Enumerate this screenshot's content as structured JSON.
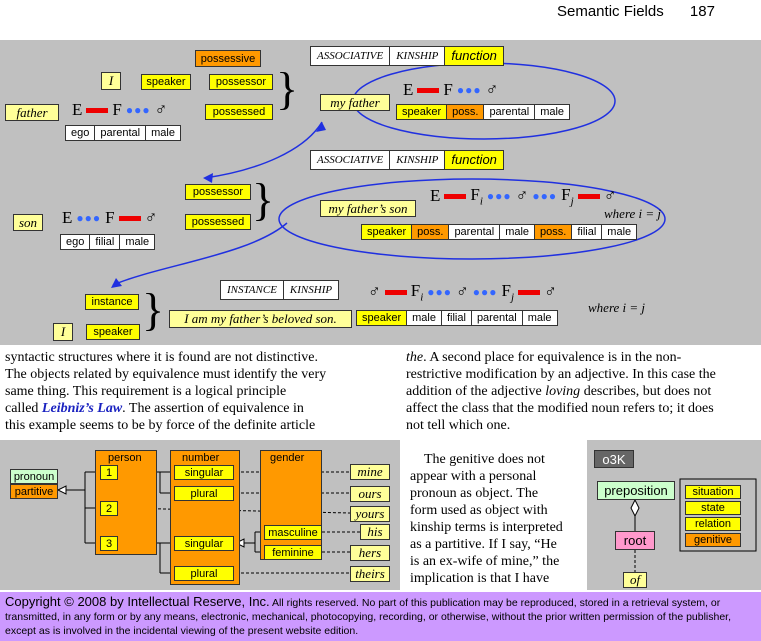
{
  "header": {
    "title": "Semantic Fields",
    "page": "187"
  },
  "fig1": {
    "possessive": "possessive",
    "hdr1": [
      "Associative",
      "Kinship",
      "function"
    ],
    "I": "I",
    "speaker": "speaker",
    "possessor": "possessor",
    "father": "father",
    "possessed": "possessed",
    "my_father": "my father",
    "E": "E",
    "F": "F",
    "male_sym": "♂",
    "row_ego": [
      "ego",
      "parental",
      "male"
    ],
    "row_myfather": [
      "speaker",
      "poss.",
      "parental",
      "male"
    ],
    "hdr2": [
      "Associative",
      "Kinship",
      "function"
    ],
    "possessor2": "possessor",
    "possessed2": "possessed",
    "son": "son",
    "my_fathers_son": "my father’s son",
    "Fi": "F",
    "i": "i",
    "Fj": "F",
    "j": "j",
    "where": "where i = j",
    "row_son": [
      "ego",
      "filial",
      "male"
    ],
    "row_myfathersson": [
      "speaker",
      "poss.",
      "parental",
      "male",
      "poss.",
      "filial",
      "male"
    ],
    "hdr3": [
      "Instance",
      "Kinship"
    ],
    "instance": "instance",
    "I2": "I",
    "speaker2": "speaker",
    "beloved": "I am my father’s beloved son.",
    "row_beloved": [
      "speaker",
      "male",
      "filial",
      "parental",
      "male"
    ],
    "where2": "where i = j"
  },
  "text_left": [
    "syntactic structures where it is found are not distinctive.",
    "The objects related by equivalence must identify the very",
    "same thing.  This requirement is a logical principle",
    "called ",
    "Leibniz’s Law",
    ".  The assertion of equivalence in",
    "this example seems to be by force of the definite article"
  ],
  "text_right": [
    "the",
    ".  A second place for equivalence is in the non-",
    "restrictive modification by an adjective.  In this case the",
    "addition of the adjective ",
    "loving",
    " describes, but does not",
    "affect the class that the modified noun refers to; it does",
    "not tell which one."
  ],
  "fig2": {
    "pronoun": "pronoun",
    "partitive": "partitive",
    "person": "person",
    "number": "number",
    "gender": "gender",
    "p1": "1",
    "p2": "2",
    "p3": "3",
    "singular": "singular",
    "plural": "plural",
    "singular2": "singular",
    "plural2": "plural",
    "masculine": "masculine",
    "feminine": "feminine",
    "mine": "mine",
    "ours": "ours",
    "yours": "yours",
    "his": "his",
    "hers": "hers",
    "theirs": "theirs"
  },
  "text_mid": [
    "The genitive does not",
    "appear with a personal",
    "pronoun as object.  The",
    "form used as object with",
    "kinship terms is interpreted",
    "as a partitive.  If I say, “He",
    "is an ex-wife of mine,” the",
    "implication is that I have"
  ],
  "fig3": {
    "o3k": "o3K",
    "preposition": "preposition",
    "root": "root",
    "of": "of",
    "items": [
      "situation",
      "state",
      "relation",
      "genitive"
    ]
  },
  "footer": {
    "copyright": "Copyright © 2008 by Intellectual Reserve, Inc.",
    "rest": "  All rights reserved.  No part of this publication may be reproduced, stored in a retrieval system, or transmitted, in any form or by any means, electronic, mechanical, photocopying, recording, or otherwise, without the prior written permission of the publisher, except as is involved in the incidental viewing of the present website edition."
  }
}
